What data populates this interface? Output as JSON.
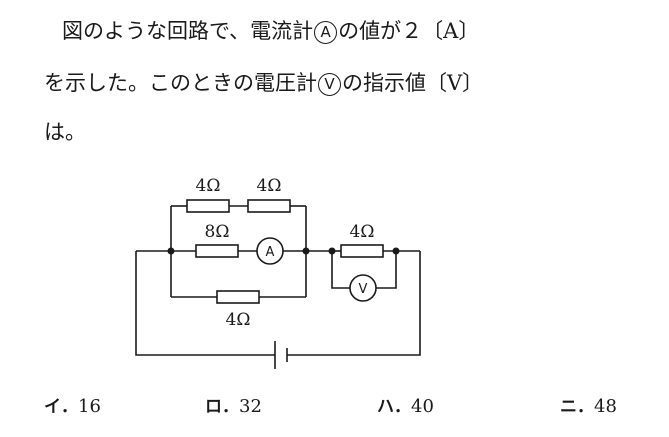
{
  "question": {
    "line1_a": "図のような回路で、電流計",
    "ammeter_symbol": "A",
    "line1_b": "の値が２〔A〕",
    "line2_a": "を示した。このときの電圧計",
    "voltmeter_symbol": "V",
    "line2_b": "の指示値〔V〕",
    "line3": "は。"
  },
  "circuit": {
    "top_resistor_1": "4Ω",
    "top_resistor_2": "4Ω",
    "middle_resistor": "8Ω",
    "bottom_resistor": "4Ω",
    "series_resistor": "4Ω",
    "ammeter": "A",
    "voltmeter": "V"
  },
  "choices": [
    {
      "label": "イ．",
      "value": "16"
    },
    {
      "label": "ロ．",
      "value": "32"
    },
    {
      "label": "ハ．",
      "value": "40"
    },
    {
      "label": "ニ．",
      "value": "48"
    }
  ]
}
